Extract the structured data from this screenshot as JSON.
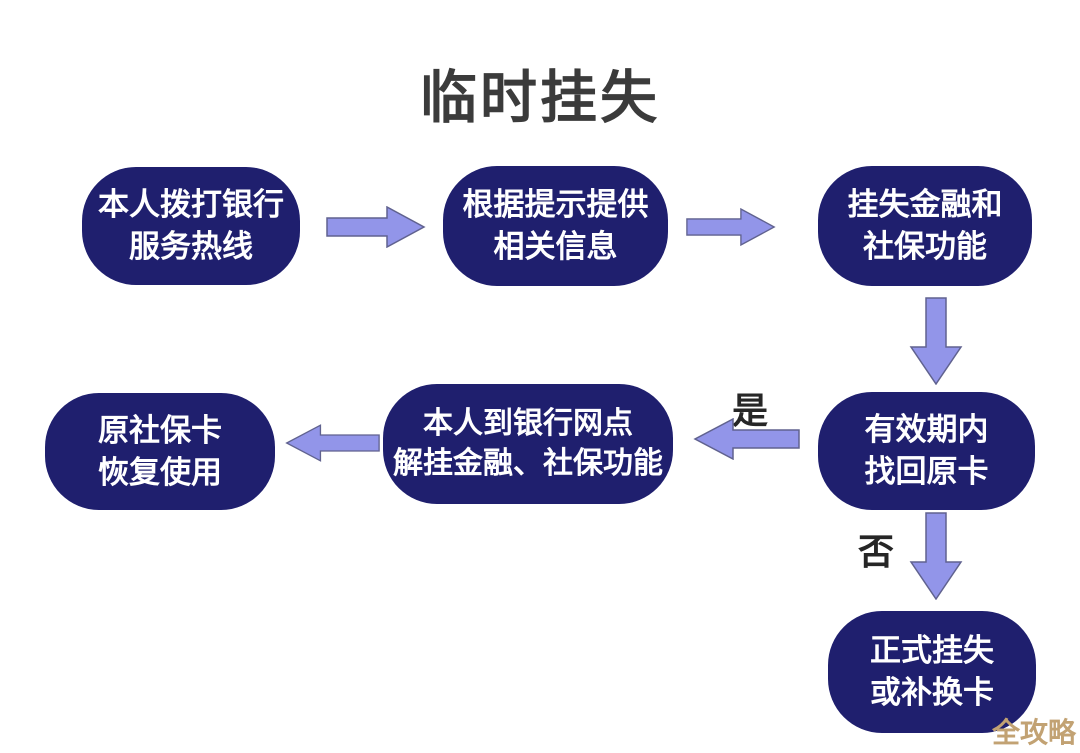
{
  "title": "临时挂失",
  "colors": {
    "node_fill": "#1f1f6e",
    "node_text": "#ffffff",
    "arrow_fill": "#9295e9",
    "arrow_stroke": "#60628f",
    "title_text": "#3b3b3b",
    "label_text": "#262626",
    "watermark_color": "#c2a273"
  },
  "nodes": {
    "step1": {
      "line1": "本人拨打银行",
      "line2": "服务热线"
    },
    "step2": {
      "line1": "根据提示提供",
      "line2": "相关信息"
    },
    "step3": {
      "line1": "挂失金融和",
      "line2": "社保功能"
    },
    "step4": {
      "line1": "有效期内",
      "line2": "找回原卡"
    },
    "step5": {
      "line1": "本人到银行网点",
      "line2": "解挂金融、社保功能"
    },
    "step6": {
      "line1": "原社保卡",
      "line2": "恢复使用"
    },
    "step7": {
      "line1": "正式挂失",
      "line2": "或补换卡"
    }
  },
  "edge_labels": {
    "yes": "是",
    "no": "否"
  },
  "watermark": "全攻略"
}
